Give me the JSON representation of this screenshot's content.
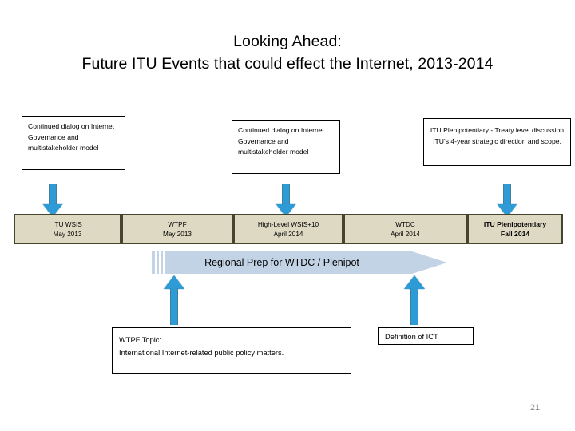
{
  "slide": {
    "title": {
      "line1": "Looking Ahead:",
      "line2": "Future ITU Events that could effect the Internet, 2013-2014"
    },
    "page_number": "21"
  },
  "callouts": [
    {
      "name": "continued-dialog-left",
      "text": "Continued dialog on Internet Governance and multistakeholder model"
    },
    {
      "name": "continued-dialog-middle",
      "text": "Continued dialog on Internet Governance and multistakeholder model"
    },
    {
      "name": "itu-plenipotentiary-note",
      "text": "ITU Plenipotentiary -  Treaty level discussion ITU’s 4-year strategic direction and scope."
    }
  ],
  "timeline": {
    "cells": [
      {
        "event": "ITU WSIS",
        "date": "May 2013",
        "bold": false
      },
      {
        "event": "WTPF",
        "date": "May 2013",
        "bold": false
      },
      {
        "event": "High-Level WSIS+10",
        "date": "April 2014",
        "bold": false
      },
      {
        "event": "WTDC",
        "date": "April 2014",
        "bold": false
      },
      {
        "event": "ITU Plenipotentiary",
        "date": "Fall 2014",
        "bold": true
      }
    ]
  },
  "prep_banner": {
    "label": "Regional Prep for WTDC / Plenipot"
  },
  "bottom_boxes": [
    {
      "name": "wtpf-topic",
      "line1": "WTPF Topic:",
      "line2": "International Internet-related public policy matters."
    },
    {
      "name": "definition-of-ict",
      "line1": "Definition of ICT",
      "line2": ""
    }
  ],
  "colors": {
    "timeline_fill": "#DDD9C3",
    "timeline_border": "#46432F",
    "arrow_blue": "#2E9BD6",
    "banner_blue": "#C3D3E6",
    "page_number_gray": "#8C8C8C"
  },
  "icons": {
    "arrow_down": "arrow-down-icon",
    "arrow_up": "arrow-up-icon",
    "arrow_right_banner": "arrow-right-banner-icon"
  }
}
